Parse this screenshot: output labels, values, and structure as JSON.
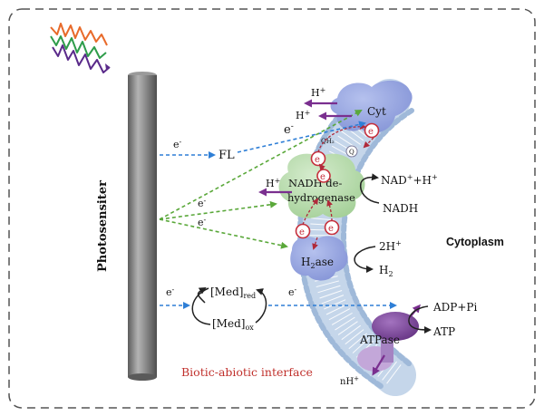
{
  "labels": {
    "photosensiter": "Photosensiter",
    "fl": "FL",
    "cyt": "Cyt",
    "nadh_dehydrogenase_line1": "NADH de-",
    "nadh_dehydrogenase_line2": "hydrogenase",
    "h2ase_h": "H",
    "h2ase_sub": "2",
    "h2ase_rest": "ase",
    "atpase": "ATPase",
    "cytoplasm": "Cytoplasm",
    "interface": "Biotic-abiotic interface",
    "med_red": "[Med]",
    "med_red_sub": "red",
    "med_ox": "[Med]",
    "med_ox_sub": "ox",
    "nad_plus": "NAD",
    "nad_plus_sup": "+",
    "nad_plus_rest": "+H",
    "nad_plus_rest_sup": "+",
    "nadh": "NADH",
    "two_h_plus": "2H",
    "two_h_plus_sup": "+",
    "h2": "H",
    "h2_sub": "2",
    "adp_pi": "ADP+Pi",
    "atp": "ATP",
    "nh_plus": "nH",
    "nh_plus_sup": "+",
    "h_plus": "H",
    "h_plus_sup": "+",
    "e": "e",
    "e_sup": "-",
    "qh2": "QH₂",
    "q": "Q"
  },
  "colors": {
    "electron_blue": "#2f7fd6",
    "electron_green": "#5aa83a",
    "proton_purple": "#7a2f8f",
    "enzyme_blue": "#8e9fdc",
    "enzyme_green": "#b8dcae",
    "atpase_purple": "#7e4a99",
    "interface_red": "#c0302c",
    "membrane_blue": "#a9c3e0",
    "electrode_gray": "#8a8a8a"
  }
}
